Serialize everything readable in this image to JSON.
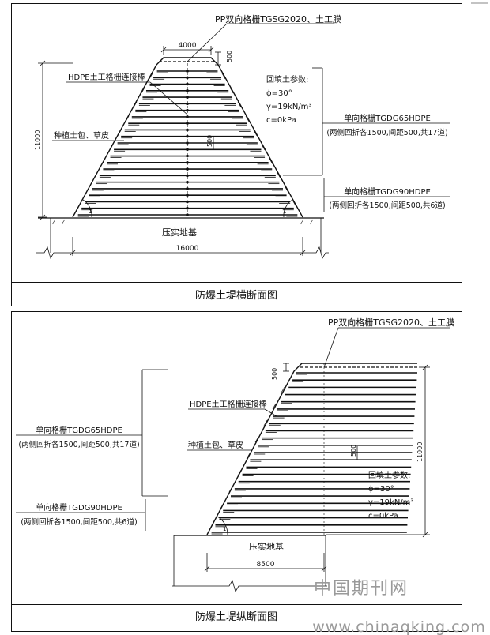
{
  "panel_top": {
    "caption": "防爆土堤横断面图",
    "label_pp": "PP双向格栅TGSG2020、土工膜",
    "dim_top_width": "4000",
    "dim_top_500": "500",
    "label_hdpe": "HDPE土工格栅连接棒",
    "label_planting": "种植土包、草皮",
    "backfill_title": "回填土参数:",
    "backfill_phi": "ϕ=30°",
    "backfill_gamma": "γ=19kN/m³",
    "backfill_c": "c=0kPa",
    "label_g65": "单向格栅TGDG65HDPE",
    "label_g65_note": "(两侧回折各1500,间距500,共17道)",
    "label_g90": "单向格栅TGDG90HDPE",
    "label_g90_note": "(两侧回折各1500,间距500,共6道)",
    "dim_height": "11000",
    "dim_spacing": "500",
    "angle_left": "1",
    "angle_right": "1",
    "label_base": "压实地基",
    "dim_base_width": "16000"
  },
  "panel_bottom": {
    "caption": "防爆土堤纵断面图",
    "label_pp": "PP双向格栅TGSG2020、土工膜",
    "dim_top_500": "500",
    "label_hdpe": "HDPE土工格栅连接棒",
    "label_planting": "种植土包、草皮",
    "backfill_title": "回填土参数:",
    "backfill_phi": "ϕ=30°",
    "backfill_gamma": "γ=19kN/m³",
    "backfill_c": "c=0kPa",
    "label_g65": "单向格栅TGDG65HDPE",
    "label_g65_note": "(两侧回折各1500,间距500,共17道)",
    "label_g90": "单向格栅TGDG90HDPE",
    "label_g90_note": "(两侧回折各1500,间距500,共6道)",
    "dim_height": "11000",
    "dim_spacing": "500",
    "angle_left": "1",
    "label_base": "压实地基",
    "dim_base_width": "8500"
  },
  "watermark": {
    "line1": "中国期刊网",
    "line2": "www.chinaqking.com"
  },
  "colors": {
    "line": "#111111",
    "watermark": "#9a9a9a"
  }
}
